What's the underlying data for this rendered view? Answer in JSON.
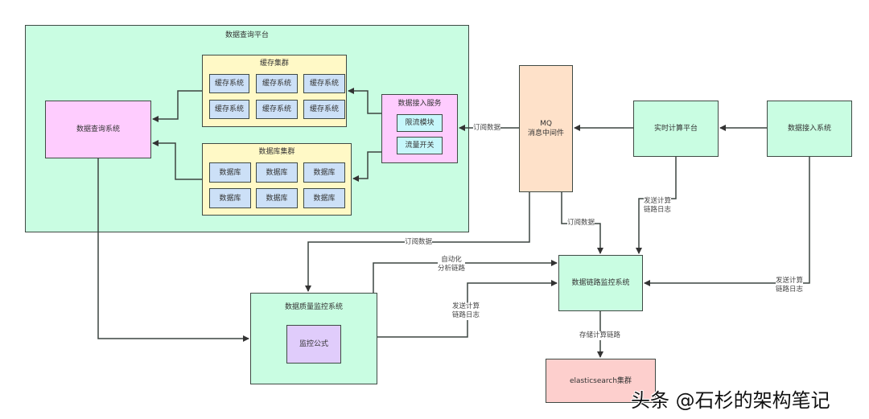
{
  "platform": {
    "title": "数据查询平台",
    "query_system": "数据查询系统",
    "cache_cluster": {
      "title": "缓存集群",
      "cells": [
        "缓存系统",
        "缓存系统",
        "缓存系统",
        "缓存系统",
        "缓存系统",
        "缓存系统"
      ]
    },
    "db_cluster": {
      "title": "数据库集群",
      "cells": [
        "数据库",
        "数据库",
        "数据库",
        "数据库",
        "数据库",
        "数据库"
      ]
    },
    "access_service": {
      "title": "数据接入服务",
      "modules": [
        "限流模块",
        "流量开关"
      ]
    }
  },
  "mq": {
    "line1": "MQ",
    "line2": "消息中间件"
  },
  "realtime_platform": "实时计算平台",
  "ingest_system": "数据接入系统",
  "link_monitor": "数据链路监控系统",
  "quality_monitor": {
    "title": "数据质量监控系统",
    "formula": "监控公式"
  },
  "es_cluster": "elasticsearch集群",
  "edge_labels": {
    "subscribe_1": "订阅数据",
    "subscribe_2": "订阅数据",
    "subscribe_3": "订阅数据",
    "auto_analysis_1": "自动化",
    "auto_analysis_2": "分析链路",
    "send_log_a1": "发送计算",
    "send_log_a2": "链路日志",
    "send_log_b1": "发送计算",
    "send_log_b2": "链路日志",
    "send_log_c1": "发送计算",
    "send_log_c2": "链路日志",
    "store_link": "存储计算链路"
  },
  "watermark": "头条 @石杉的架构笔记"
}
